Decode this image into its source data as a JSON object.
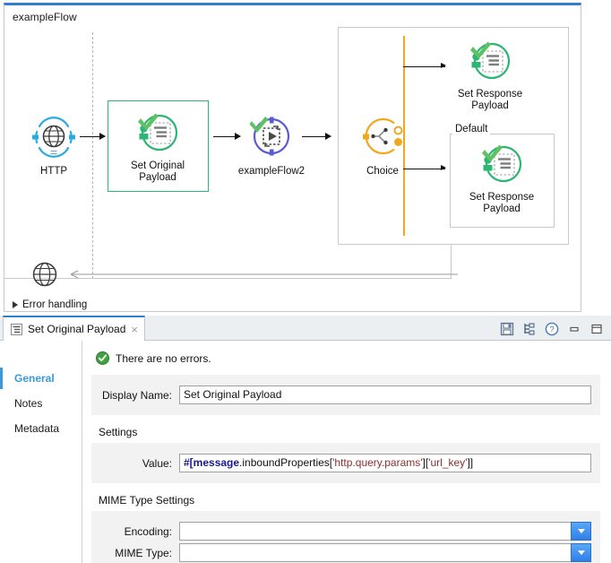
{
  "canvas": {
    "flow_title": "exampleFlow",
    "error_handling_label": "Error handling",
    "nodes": [
      {
        "id": "http",
        "label": "HTTP",
        "icon": "globe-icon",
        "color": "#29ABE2"
      },
      {
        "id": "set-original",
        "label": "Set Original\nPayload",
        "icon": "set-payload-icon",
        "color": "#2BB673"
      },
      {
        "id": "flowref",
        "label": "exampleFlow2",
        "icon": "flow-ref-icon",
        "color": "#5B5BD6"
      },
      {
        "id": "choice",
        "label": "Choice",
        "icon": "choice-icon",
        "color": "#F0A81E"
      },
      {
        "id": "set-resp-1",
        "label": "Set Response\nPayload",
        "icon": "set-payload-icon",
        "color": "#2BB673"
      },
      {
        "id": "set-resp-2",
        "label": "Set Response\nPayload",
        "icon": "set-payload-icon",
        "color": "#2BB673"
      }
    ],
    "node_labels": {
      "http": "HTTP",
      "set_original_l1": "Set Original",
      "set_original_l2": "Payload",
      "flowref": "exampleFlow2",
      "choice": "Choice",
      "set_response_1_l1": "Set Response",
      "set_response_1_l2": "Payload",
      "set_response_2_l1": "Set Response",
      "set_response_2_l2": "Payload"
    },
    "default_scope_label": "Default",
    "selection_color": "#2BB673",
    "accent_top_border": "#2F7FD1"
  },
  "editor": {
    "tab": {
      "title": "Set Original Payload",
      "close_label": "×",
      "icon": "set-payload-tab-icon"
    },
    "toolbar": [
      {
        "name": "save-icon",
        "title": "Save"
      },
      {
        "name": "outline-icon",
        "title": "Outline"
      },
      {
        "name": "help-icon",
        "title": "Help"
      },
      {
        "name": "minimize-icon",
        "title": "Minimize"
      },
      {
        "name": "maximize-icon",
        "title": "Maximize"
      }
    ],
    "side_tabs": [
      {
        "id": "general",
        "label": "General",
        "active": true
      },
      {
        "id": "notes",
        "label": "Notes",
        "active": false
      },
      {
        "id": "metadata",
        "label": "Metadata",
        "active": false
      }
    ],
    "status": {
      "icon": "success-check-icon",
      "text": "There are no errors.",
      "color": "#3FA13F"
    },
    "fields": {
      "display_name_label": "Display Name:",
      "display_name_value": "Set Original Payload",
      "settings_title": "Settings",
      "value_label": "Value:",
      "value_value": "#[message.inboundProperties['http.query.params']['url_key']]",
      "value_tokens": [
        {
          "t": "#[",
          "k": "p"
        },
        {
          "t": "message",
          "k": "b"
        },
        {
          "t": ".inboundProperties[",
          "k": "n"
        },
        {
          "t": "'http.query.params'",
          "k": "s"
        },
        {
          "t": "][",
          "k": "n"
        },
        {
          "t": "'url_key'",
          "k": "s"
        },
        {
          "t": "]]",
          "k": "n"
        }
      ],
      "mime_title": "MIME Type Settings",
      "encoding_label": "Encoding:",
      "encoding_value": "",
      "mime_type_label": "MIME Type:",
      "mime_type_value": ""
    }
  }
}
